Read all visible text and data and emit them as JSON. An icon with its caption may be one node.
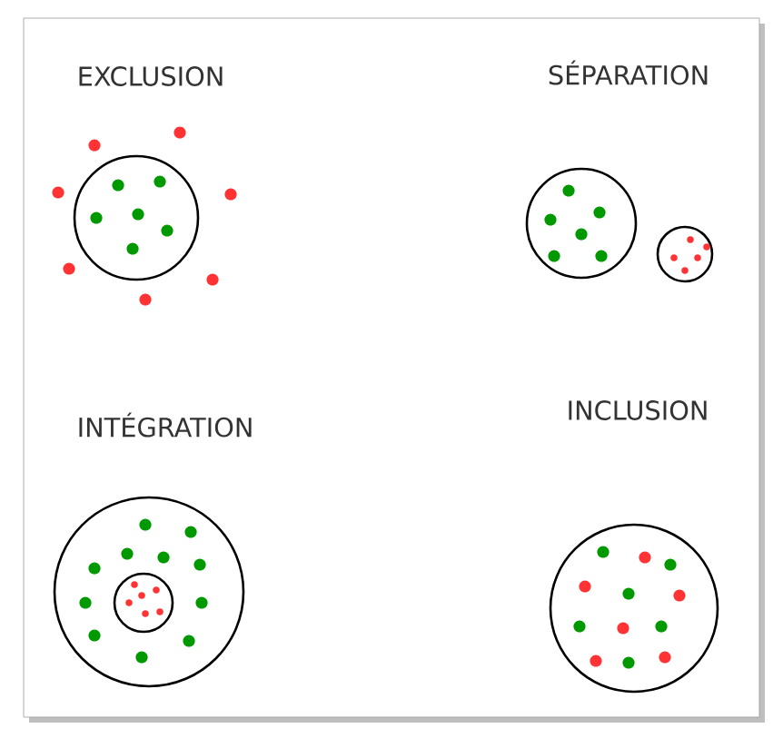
{
  "diagram": {
    "labels": [
      "EXCLUSION",
      "SÉPARATION",
      "INTÉGRATION",
      "INCLUSION"
    ]
  }
}
